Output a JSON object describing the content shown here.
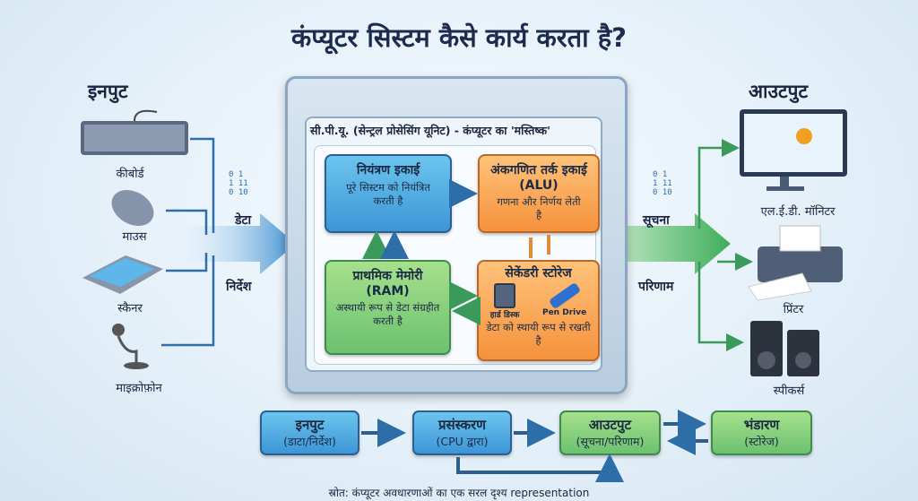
{
  "title": "कंप्यूटर सिस्टम कैसे कार्य करता है?",
  "input": {
    "heading": "इनपुट",
    "devices": [
      {
        "icon": "keyboard-icon",
        "label": "कीबोर्ड"
      },
      {
        "icon": "mouse-icon",
        "label": "माउस"
      },
      {
        "icon": "scanner-icon",
        "label": "स्कैनर"
      },
      {
        "icon": "microphone-icon",
        "label": "माइक्रोफ़ोन"
      }
    ],
    "flow_labels": [
      "डेटा",
      "निर्देश"
    ]
  },
  "cpu": {
    "header": "सी.पी.यू. (सेन्ट्रल प्रोसेसिंग यूनिट) - कंप्यूटर का 'मस्तिष्क'",
    "control": {
      "title": "नियंत्रण इकाई",
      "desc": "पूरे सिस्टम को नियंत्रित करती है"
    },
    "alu": {
      "title": "अंकगणित तर्क इकाई (ALU)",
      "desc": "गणना और निर्णय लेती है"
    },
    "ram": {
      "title": "प्राथमिक मेमोरी (RAM)",
      "desc": "अस्थायी रूप से डेटा संग्रहीत करती है"
    },
    "storage": {
      "title": "सेकेंडरी स्टोरेज",
      "hdd": "हार्ड डिस्क",
      "pen": "Pen Drive",
      "desc": "डेटा को स्थायी रूप से रखती है"
    }
  },
  "output": {
    "heading": "आउटपुट",
    "devices": [
      {
        "icon": "monitor-icon",
        "label": "एल.ई.डी. मॉनिटर"
      },
      {
        "icon": "printer-icon",
        "label": "प्रिंटर"
      },
      {
        "icon": "speakers-icon",
        "label": "स्पीकर्स"
      }
    ],
    "flow_labels": [
      "सूचना",
      "परिणाम"
    ]
  },
  "binary": "0 1\n1 11\n0 10",
  "flow": [
    {
      "title": "इनपुट",
      "sub": "(डाटा/निर्देश)"
    },
    {
      "title": "प्रसंस्करण",
      "sub": "(CPU द्वारा)"
    },
    {
      "title": "आउटपुट",
      "sub": "(सूचना/परिणाम)"
    },
    {
      "title": "भंडारण",
      "sub": "(स्टोरेज)"
    }
  ],
  "source": "स्रोत: कंप्यूटर अवधारणाओं का एक सरल दृश्य representation",
  "colors": {
    "blue": "#3d95d6",
    "orange": "#f5923c",
    "green": "#6cc170",
    "arrow": "#2d5e8e"
  }
}
